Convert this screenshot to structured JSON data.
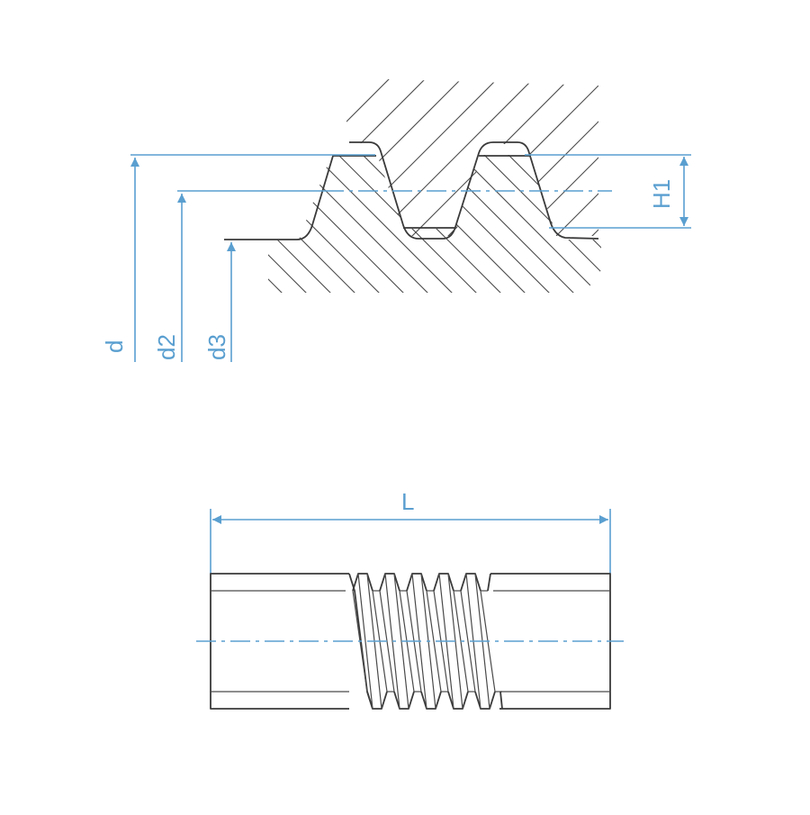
{
  "profile_view": {
    "labels": {
      "d": "d",
      "d2": "d2",
      "d3": "d3",
      "H1": "H1"
    }
  },
  "side_view": {
    "labels": {
      "L": "L"
    }
  },
  "colors": {
    "dimension": "#5a9fd0",
    "outline": "#3a3a3a"
  }
}
